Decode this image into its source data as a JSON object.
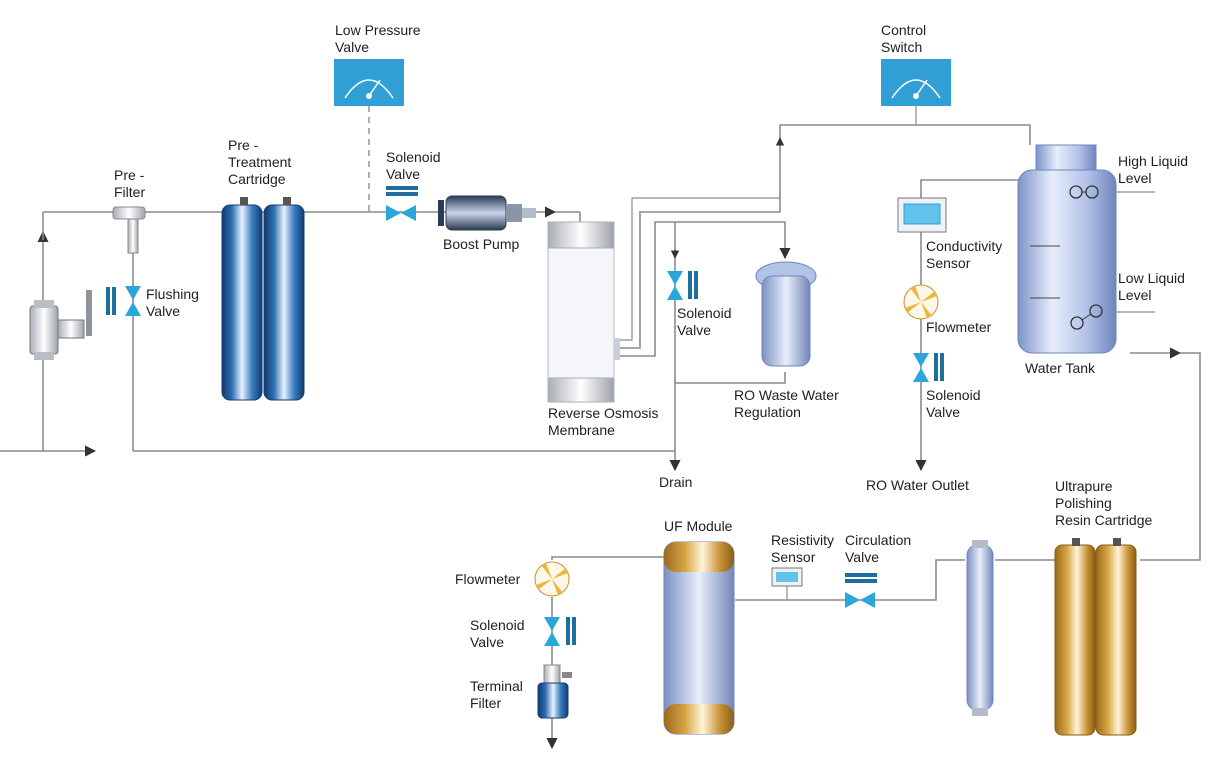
{
  "labels": {
    "pre_filter": [
      "Pre -",
      "Filter"
    ],
    "pretreatment_cartridge": [
      "Pre -",
      "Treatment",
      "Cartridge"
    ],
    "low_pressure_valve": [
      "Low Pressure",
      "Valve"
    ],
    "solenoid_valve_1": [
      "Solenoid",
      "Valve"
    ],
    "boost_pump": "Boost Pump",
    "flushing_valve": [
      "Flushing",
      "Valve"
    ],
    "control_switch": [
      "Control",
      "Switch"
    ],
    "high_liquid_level": [
      "High Liquid",
      "Level"
    ],
    "low_liquid_level": [
      "Low Liquid",
      "Level"
    ],
    "conductivity_sensor": [
      "Conductivity",
      "Sensor"
    ],
    "flowmeter_1": "Flowmeter",
    "solenoid_valve_2": [
      "Solenoid",
      "Valve"
    ],
    "solenoid_valve_3": [
      "Solenoid",
      "Valve"
    ],
    "ro_membrane": [
      "Reverse Osmosis",
      "Membrane"
    ],
    "ro_waste": [
      "RO Waste Water",
      "Regulation"
    ],
    "water_tank": "Water Tank",
    "drain": "Drain",
    "ro_water_outlet": "RO Water Outlet",
    "uf_module": "UF Module",
    "resistivity_sensor": [
      "Resistivity",
      "Sensor"
    ],
    "circulation_valve": [
      "Circulation",
      "Valve"
    ],
    "polishing_cartridge": [
      "Ultrapure",
      "Polishing",
      "Resin Cartridge"
    ],
    "flowmeter_2": "Flowmeter",
    "solenoid_valve_4": [
      "Solenoid",
      "Valve"
    ],
    "terminal_filter": [
      "Terminal",
      "Filter"
    ]
  },
  "colors": {
    "pipe": "#8a8a8a",
    "valve": "#2aa7d8",
    "gauge": "#2f9fd6",
    "cartridge_blue": "#2f6fb0",
    "cartridge_gold": "#d7a544",
    "tank": "#9fb5e0"
  }
}
